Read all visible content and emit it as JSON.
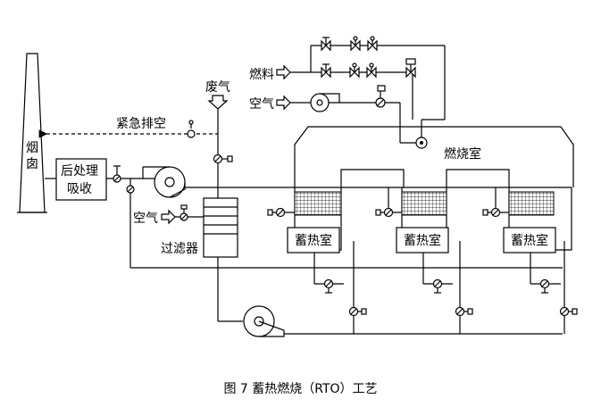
{
  "labels": {
    "chimney": "烟\n囱",
    "post_treatment": "后处理\n吸收",
    "emergency_exhaust": "紧急排空",
    "waste_gas": "废气",
    "fuel": "燃料",
    "air_top": "空气",
    "combustion_chamber": "燃烧室",
    "regenerator_1": "蓄热室",
    "regenerator_2": "蓄热室",
    "regenerator_3": "蓄热室",
    "air_filter_inlet": "空气",
    "filter": "过滤器"
  },
  "caption": "图 7  蓄热燃烧（RTO）工艺"
}
